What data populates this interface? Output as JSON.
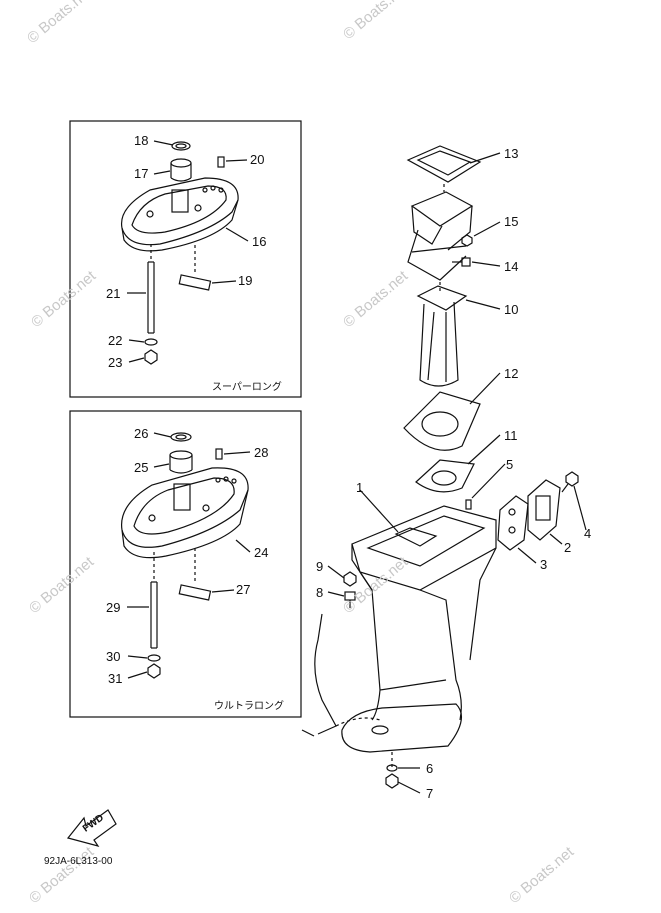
{
  "watermark": "© Boats.net",
  "diagram_code": "92JA-6L313-00",
  "fwd_label": "FWD",
  "inset_top": {
    "caption": "スーパーロング"
  },
  "inset_bottom": {
    "caption": "ウルトラロング"
  },
  "callouts": {
    "c1": "1",
    "c2": "2",
    "c3": "3",
    "c4": "4",
    "c5": "5",
    "c6": "6",
    "c7": "7",
    "c8": "8",
    "c9": "9",
    "c10": "10",
    "c11": "11",
    "c12": "12",
    "c13": "13",
    "c14": "14",
    "c15": "15",
    "c16": "16",
    "c17": "17",
    "c18": "18",
    "c19": "19",
    "c20": "20",
    "c21": "21",
    "c22": "22",
    "c23": "23",
    "c24": "24",
    "c25": "25",
    "c26": "26",
    "c27": "27",
    "c28": "28",
    "c29": "29",
    "c30": "30",
    "c31": "31"
  }
}
